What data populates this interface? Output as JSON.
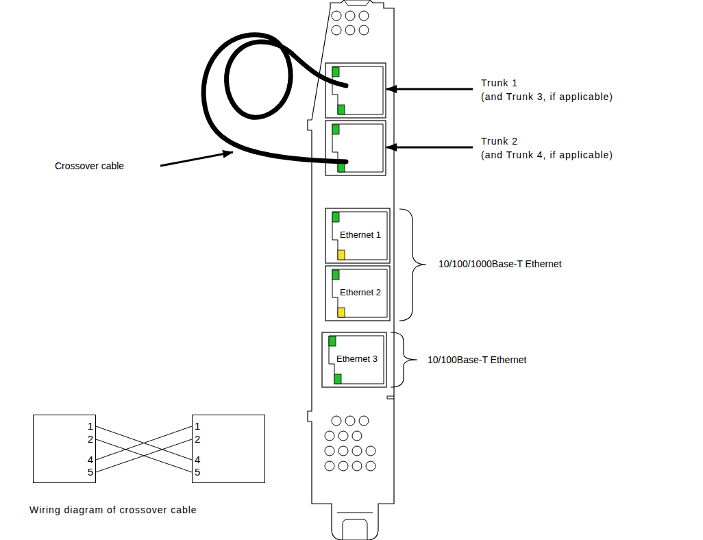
{
  "diagram": {
    "nodes": [
      {
        "text": [
          "Ethernet 1"
        ]
      },
      {
        "text": [
          "Ethernet 2"
        ]
      },
      {
        "text": [
          "Ethernet 3"
        ]
      },
      {
        "text": [
          "1",
          "2",
          "4",
          "5"
        ]
      },
      {
        "text": [
          "1",
          "2",
          "4",
          "5"
        ]
      }
    ],
    "edges": [
      {
        "from": 3,
        "to": 4,
        "arrow": "none"
      },
      {
        "from": 3,
        "to": 4,
        "arrow": "none"
      },
      {
        "from": 3,
        "to": 4,
        "arrow": "none"
      },
      {
        "from": 3,
        "to": 4,
        "arrow": "none"
      }
    ],
    "labels": [
      "Trunk 1",
      "(and Trunk 3, if applicable)",
      "Trunk 2",
      "(and Trunk 4, if applicable)",
      "Crossover cable",
      "10/100/1000Base-T Ethernet",
      "10/100Base-T Ethernet",
      "Wiring diagram of crossover cable"
    ]
  }
}
